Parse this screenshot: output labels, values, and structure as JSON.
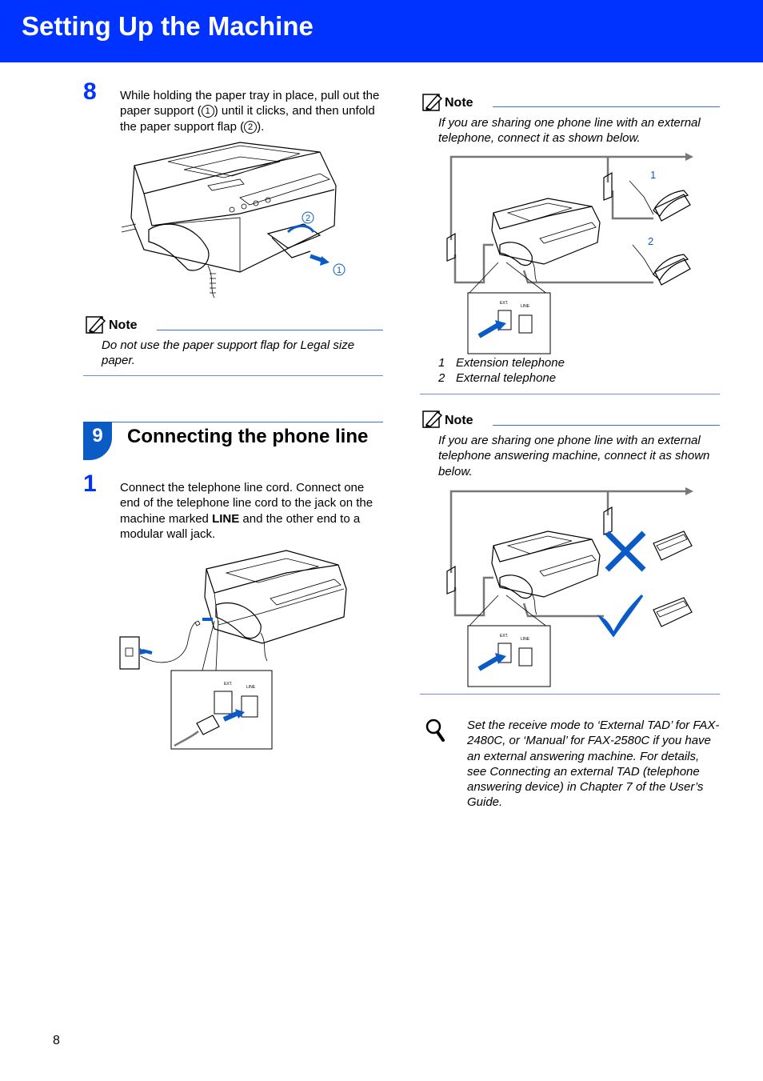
{
  "header": {
    "title": "Setting Up the Machine"
  },
  "step8": {
    "number": "8",
    "text_a": "While holding the paper tray in place, pull out the paper support (",
    "circ1": "1",
    "text_b": ") until it clicks, and then unfold the paper support flap (",
    "circ2": "2",
    "text_c": ").",
    "callout_2": "2",
    "callout_1": "1"
  },
  "note1": {
    "label": "Note",
    "text": "Do not use the paper support flap for Legal size paper."
  },
  "section9": {
    "number": "9",
    "title": "Connecting the phone line"
  },
  "step1": {
    "number": "1",
    "text_a": "Connect the telephone line cord. Connect one end of the telephone line cord to the jack on the machine marked ",
    "bold": "LINE",
    "text_b": " and the other end to a modular wall jack."
  },
  "note2": {
    "label": "Note",
    "text": "If you are sharing one phone line with an external telephone, connect it as shown below.",
    "callout_1": "1",
    "callout_2": "2",
    "list": [
      {
        "num": "1",
        "label": "Extension telephone"
      },
      {
        "num": "2",
        "label": "External telephone"
      }
    ]
  },
  "note3": {
    "label": "Note",
    "text": "If you are sharing one phone line with an external telephone answering machine, connect it as shown below."
  },
  "tip": {
    "text": "Set the receive mode to ‘External TAD’ for FAX-2480C, or ‘Manual’ for FAX-2580C if you have an external answering machine. For details, see Connecting an external TAD (telephone answering device) in Chapter 7 of the User’s Guide."
  },
  "jack_labels": {
    "ext": "EXT.",
    "line": "LINE"
  },
  "page_number": "8",
  "colors": {
    "header_blue": "#0033ff",
    "section_blue": "#0b5bc6",
    "rule_blue": "#6b8fd4"
  },
  "icons": [
    "pencil-note-icon",
    "magnifier-tip-icon",
    "cross-icon",
    "check-icon"
  ]
}
